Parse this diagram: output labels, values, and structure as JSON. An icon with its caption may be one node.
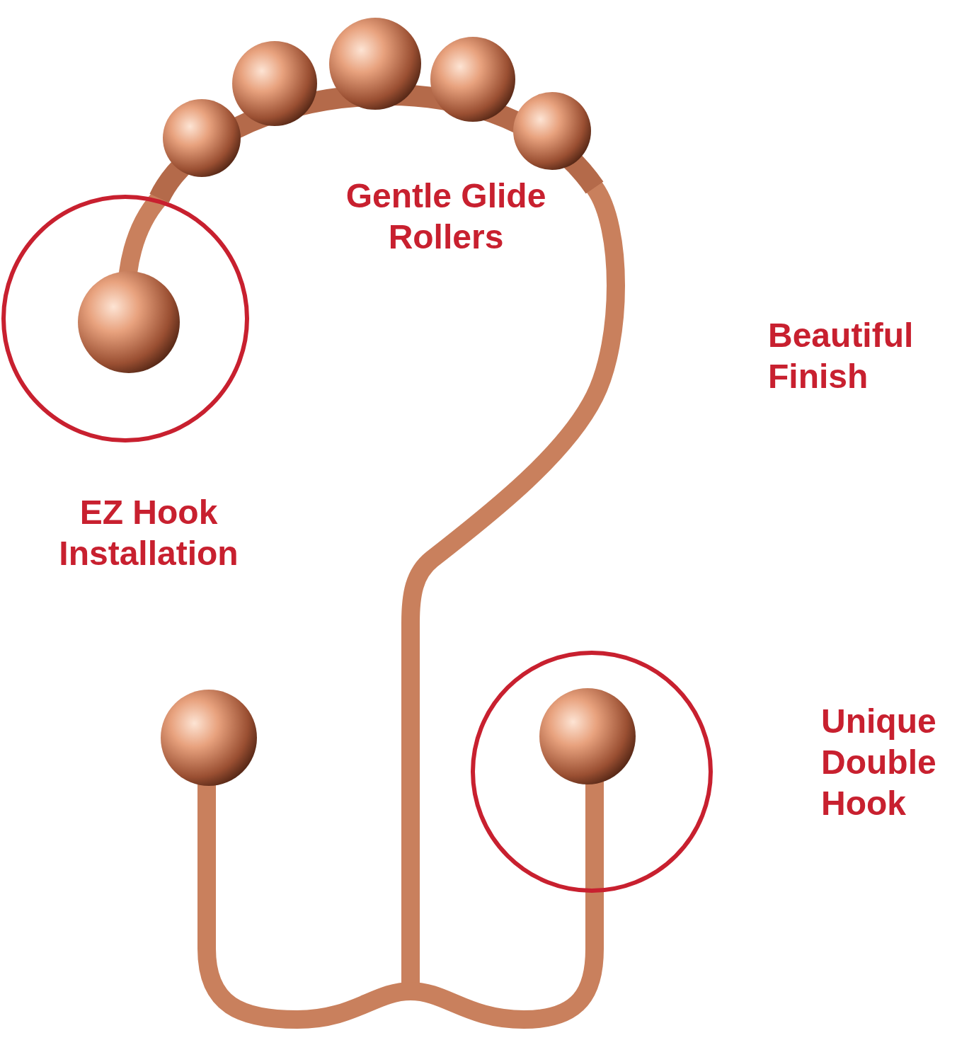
{
  "diagram": {
    "labels": [
      "Gentle Glide Rollers",
      "Beautiful Finish",
      "EZ Hook Installation",
      "Unique Double Hook"
    ]
  }
}
